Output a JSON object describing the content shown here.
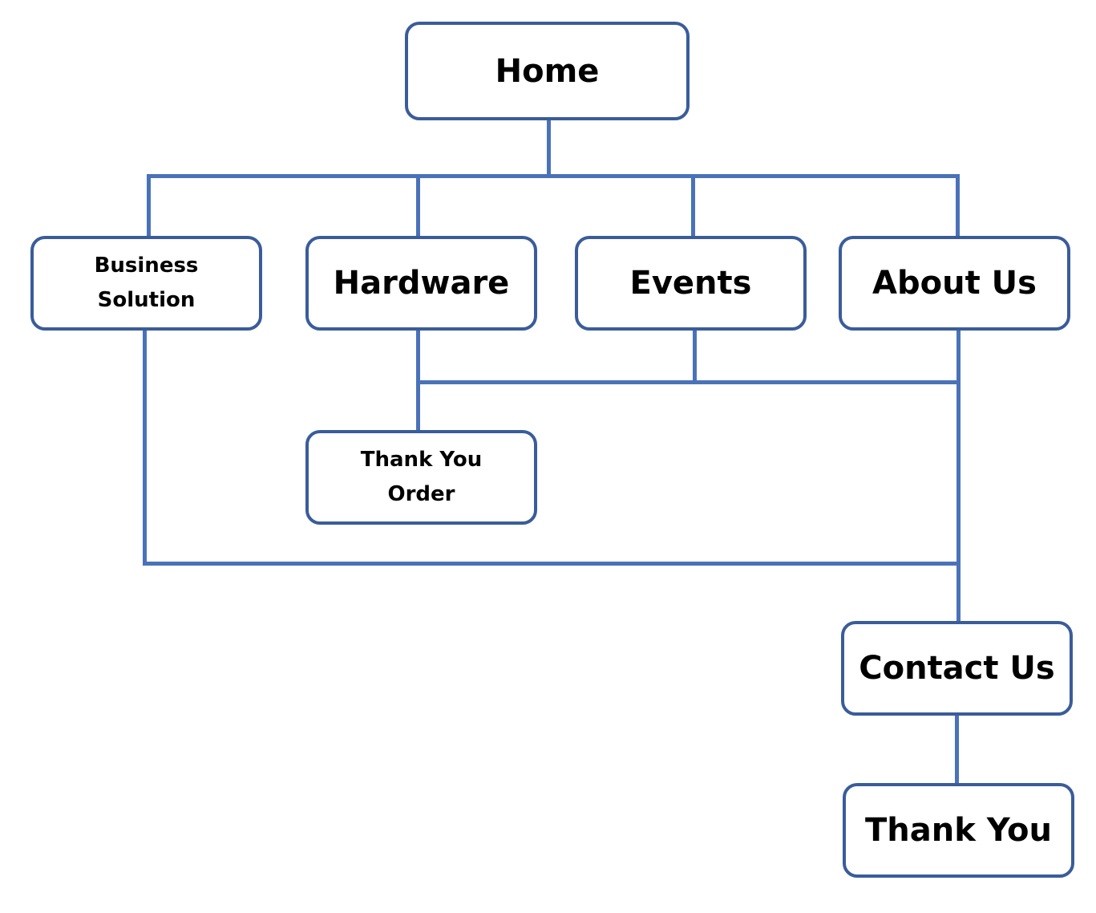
{
  "colors": {
    "connector": "#4a72b8",
    "node_border": "#3a5c9a",
    "node_fill": "#ffffff",
    "text": "#000000"
  },
  "nodes": {
    "home": "Home",
    "business_solution": "Business\nSolution",
    "hardware": "Hardware",
    "events": "Events",
    "about_us": "About Us",
    "thank_you_order": "Thank You\nOrder",
    "contact_us": "Contact Us",
    "thank_you": "Thank You"
  }
}
